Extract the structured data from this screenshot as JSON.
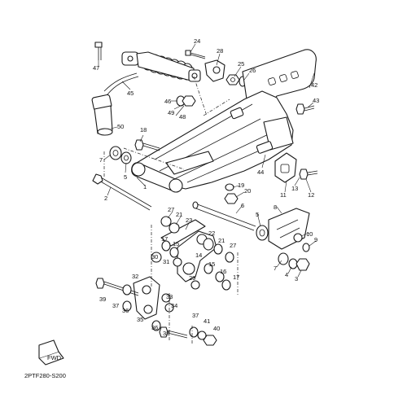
{
  "diagram": {
    "code": "2PTF280-S200",
    "callouts": [
      {
        "id": "c24",
        "text": "24"
      },
      {
        "id": "c47",
        "text": "47"
      },
      {
        "id": "c28",
        "text": "28"
      },
      {
        "id": "c25",
        "text": "25"
      },
      {
        "id": "c26",
        "text": "26"
      },
      {
        "id": "c45",
        "text": "45"
      },
      {
        "id": "c46",
        "text": "46"
      },
      {
        "id": "c49",
        "text": "49"
      },
      {
        "id": "c48",
        "text": "48"
      },
      {
        "id": "c42",
        "text": "42"
      },
      {
        "id": "c43",
        "text": "43"
      },
      {
        "id": "c50",
        "text": "50"
      },
      {
        "id": "c18",
        "text": "18"
      },
      {
        "id": "c7",
        "text": "7"
      },
      {
        "id": "c5a",
        "text": "5"
      },
      {
        "id": "c44",
        "text": "44"
      },
      {
        "id": "c2",
        "text": "2"
      },
      {
        "id": "c1",
        "text": "1"
      },
      {
        "id": "c19",
        "text": "19"
      },
      {
        "id": "c20",
        "text": "20"
      },
      {
        "id": "c13",
        "text": "13"
      },
      {
        "id": "c11",
        "text": "11"
      },
      {
        "id": "c12",
        "text": "12"
      },
      {
        "id": "c27a",
        "text": "27"
      },
      {
        "id": "c21a",
        "text": "21"
      },
      {
        "id": "c23",
        "text": "23"
      },
      {
        "id": "c6",
        "text": "6"
      },
      {
        "id": "c5b",
        "text": "5"
      },
      {
        "id": "c8",
        "text": "8"
      },
      {
        "id": "c10",
        "text": "10"
      },
      {
        "id": "c9",
        "text": "9"
      },
      {
        "id": "c17a",
        "text": "17"
      },
      {
        "id": "c22",
        "text": "22"
      },
      {
        "id": "c21b",
        "text": "21"
      },
      {
        "id": "c27b",
        "text": "27"
      },
      {
        "id": "c15a",
        "text": "15"
      },
      {
        "id": "c30",
        "text": "30"
      },
      {
        "id": "c31",
        "text": "31"
      },
      {
        "id": "c14",
        "text": "14"
      },
      {
        "id": "c7b",
        "text": "7"
      },
      {
        "id": "c4",
        "text": "4"
      },
      {
        "id": "c3",
        "text": "3"
      },
      {
        "id": "c15b",
        "text": "15"
      },
      {
        "id": "c16",
        "text": "16"
      },
      {
        "id": "c32",
        "text": "32"
      },
      {
        "id": "c29",
        "text": "29"
      },
      {
        "id": "c17b",
        "text": "17"
      },
      {
        "id": "c39",
        "text": "39"
      },
      {
        "id": "c37a",
        "text": "37"
      },
      {
        "id": "c33",
        "text": "33"
      },
      {
        "id": "c34",
        "text": "34"
      },
      {
        "id": "c36a",
        "text": "36"
      },
      {
        "id": "c35",
        "text": "35"
      },
      {
        "id": "c36b",
        "text": "36"
      },
      {
        "id": "c37b",
        "text": "37"
      },
      {
        "id": "c41",
        "text": "41"
      },
      {
        "id": "c40",
        "text": "40"
      },
      {
        "id": "c38",
        "text": "38"
      }
    ]
  }
}
